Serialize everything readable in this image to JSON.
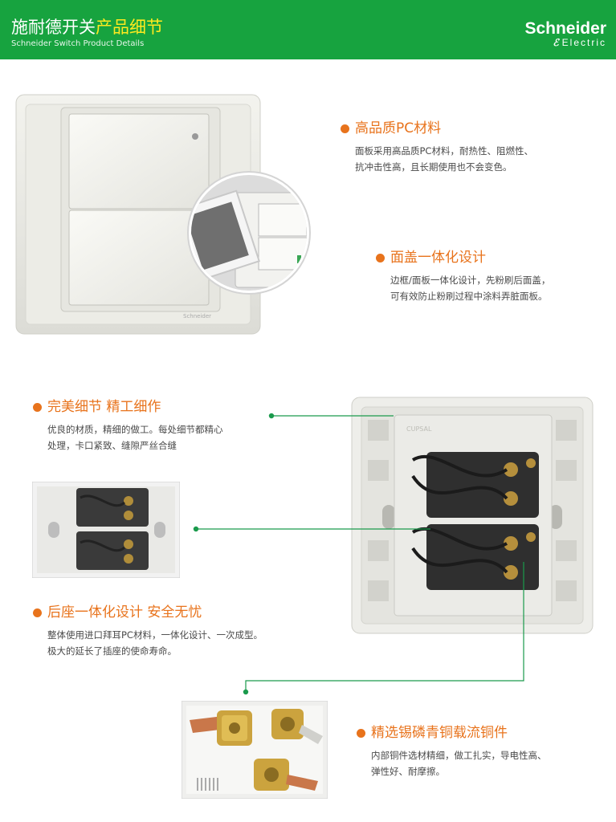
{
  "header": {
    "title_main": "施耐德开关",
    "title_highlight": "产品细节",
    "subtitle": "Schneider Switch Product Details",
    "logo_line1": "Schneider",
    "logo_line2": "Electric"
  },
  "features": [
    {
      "title": "高品质PC材料",
      "lines": [
        "面板采用高品质PC材料，耐热性、阻燃性、",
        "抗冲击性高，且长期使用也不会变色。"
      ]
    },
    {
      "title": "面盖一体化设计",
      "lines": [
        "边框/面板一体化设计，先粉刷后面盖，",
        "可有效防止粉刷过程中涂料弄脏面板。"
      ]
    },
    {
      "title": "完美细节  精工细作",
      "lines": [
        "优良的材质，精细的做工。每处细节都精心",
        "处理，卡口紧致、缝隙严丝合缝"
      ]
    },
    {
      "title": "后座一体化设计  安全无忧",
      "lines": [
        "整体使用进口拜耳PC材料，一体化设计、一次成型。",
        "极大的延长了插座的使命寿命。"
      ]
    },
    {
      "title": "精选锡磷青铜载流铜件",
      "lines": [
        "内部铜件选材精细，做工扎实，导电性高、",
        "弹性好、耐摩擦。"
      ]
    }
  ],
  "colors": {
    "header_green": "#17a33f",
    "title_highlight": "#ffea1f",
    "accent_orange": "#e8731c",
    "connector_green": "#1a9a4c"
  }
}
